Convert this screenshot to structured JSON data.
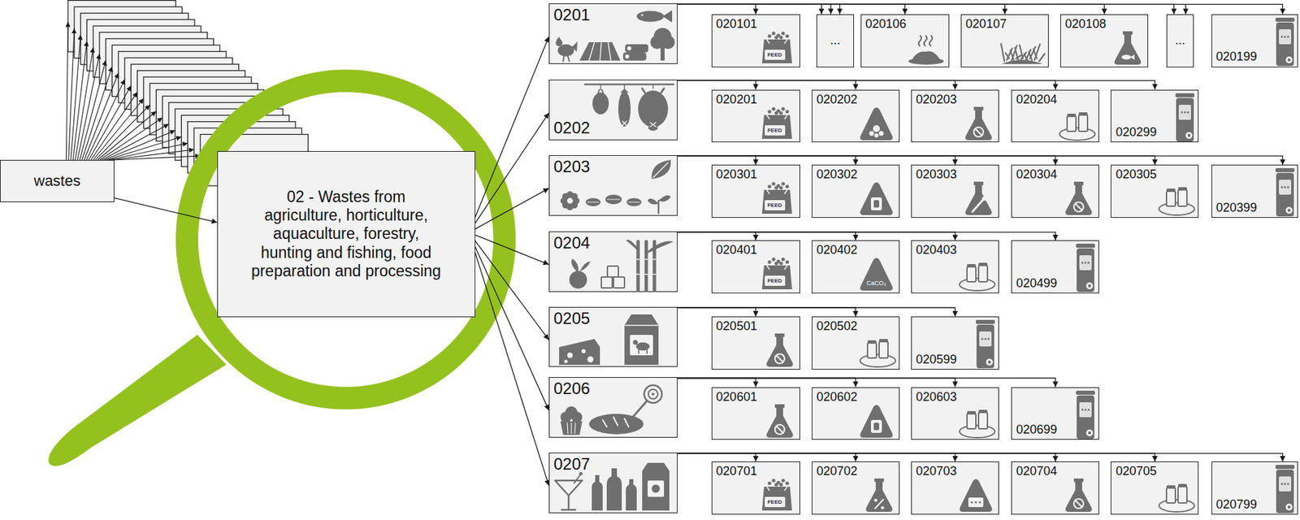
{
  "diagram": {
    "nodes": [
      {
        "text": [
          "wastes"
        ]
      },
      {
        "text": [
          "02 - Wastes from agriculture, horticulture, aquaculture, forestry, hunting and fishing, food preparation and processing"
        ]
      },
      {
        "text": [
          "0201"
        ]
      },
      {
        "text": [
          "020101"
        ]
      },
      {
        "text": [
          "..."
        ]
      },
      {
        "text": [
          "020106"
        ]
      },
      {
        "text": [
          "020107"
        ]
      },
      {
        "text": [
          "020108"
        ]
      },
      {
        "text": [
          "..."
        ]
      },
      {
        "text": [
          "020199"
        ]
      },
      {
        "text": [
          "0202"
        ]
      },
      {
        "text": [
          "020201"
        ]
      },
      {
        "text": [
          "020202"
        ]
      },
      {
        "text": [
          "020203"
        ]
      },
      {
        "text": [
          "020204"
        ]
      },
      {
        "text": [
          "020299"
        ]
      },
      {
        "text": [
          "0203"
        ]
      },
      {
        "text": [
          "020301"
        ]
      },
      {
        "text": [
          "020302"
        ]
      },
      {
        "text": [
          "020303"
        ]
      },
      {
        "text": [
          "020304"
        ]
      },
      {
        "text": [
          "020305"
        ]
      },
      {
        "text": [
          "020399"
        ]
      },
      {
        "text": [
          "0204"
        ]
      },
      {
        "text": [
          "020401"
        ]
      },
      {
        "text": [
          "020402"
        ]
      },
      {
        "text": [
          "020403"
        ]
      },
      {
        "text": [
          "020499"
        ]
      },
      {
        "text": [
          "0205"
        ]
      },
      {
        "text": [
          "020501"
        ]
      },
      {
        "text": [
          "020502"
        ]
      },
      {
        "text": [
          "020599"
        ]
      },
      {
        "text": [
          "0206"
        ]
      },
      {
        "text": [
          "020601"
        ]
      },
      {
        "text": [
          "020602"
        ]
      },
      {
        "text": [
          "020603"
        ]
      },
      {
        "text": [
          "020699"
        ]
      },
      {
        "text": [
          "0207"
        ]
      },
      {
        "text": [
          "020701"
        ]
      },
      {
        "text": [
          "020702"
        ]
      },
      {
        "text": [
          "020703"
        ]
      },
      {
        "text": [
          "020704"
        ]
      },
      {
        "text": [
          "020705"
        ]
      },
      {
        "text": [
          "020799"
        ]
      }
    ],
    "edges": [
      {
        "from": 0,
        "to": 1,
        "arrow": "to"
      },
      {
        "from": 1,
        "to": 2,
        "arrow": "to"
      },
      {
        "from": 1,
        "to": 10,
        "arrow": "to"
      },
      {
        "from": 1,
        "to": 16,
        "arrow": "to"
      },
      {
        "from": 1,
        "to": 23,
        "arrow": "to"
      },
      {
        "from": 1,
        "to": 28,
        "arrow": "to"
      },
      {
        "from": 1,
        "to": 32,
        "arrow": "to"
      },
      {
        "from": 1,
        "to": 37,
        "arrow": "to"
      },
      {
        "from": 2,
        "to": 3,
        "arrow": "to"
      },
      {
        "from": 2,
        "to": 4,
        "arrow": "to"
      },
      {
        "from": 2,
        "to": 5,
        "arrow": "to"
      },
      {
        "from": 2,
        "to": 6,
        "arrow": "to"
      },
      {
        "from": 2,
        "to": 7,
        "arrow": "to"
      },
      {
        "from": 2,
        "to": 8,
        "arrow": "to"
      },
      {
        "from": 2,
        "to": 9,
        "arrow": "to"
      },
      {
        "from": 10,
        "to": 11,
        "arrow": "to"
      },
      {
        "from": 10,
        "to": 12,
        "arrow": "to"
      },
      {
        "from": 10,
        "to": 13,
        "arrow": "to"
      },
      {
        "from": 10,
        "to": 14,
        "arrow": "to"
      },
      {
        "from": 10,
        "to": 15,
        "arrow": "to"
      },
      {
        "from": 16,
        "to": 17,
        "arrow": "to"
      },
      {
        "from": 16,
        "to": 18,
        "arrow": "to"
      },
      {
        "from": 16,
        "to": 19,
        "arrow": "to"
      },
      {
        "from": 16,
        "to": 20,
        "arrow": "to"
      },
      {
        "from": 16,
        "to": 21,
        "arrow": "to"
      },
      {
        "from": 16,
        "to": 22,
        "arrow": "to"
      },
      {
        "from": 23,
        "to": 24,
        "arrow": "to"
      },
      {
        "from": 23,
        "to": 25,
        "arrow": "to"
      },
      {
        "from": 23,
        "to": 26,
        "arrow": "to"
      },
      {
        "from": 23,
        "to": 27,
        "arrow": "to"
      },
      {
        "from": 28,
        "to": 29,
        "arrow": "to"
      },
      {
        "from": 28,
        "to": 30,
        "arrow": "to"
      },
      {
        "from": 28,
        "to": 31,
        "arrow": "to"
      },
      {
        "from": 32,
        "to": 33,
        "arrow": "to"
      },
      {
        "from": 32,
        "to": 34,
        "arrow": "to"
      },
      {
        "from": 32,
        "to": 35,
        "arrow": "to"
      },
      {
        "from": 32,
        "to": 36,
        "arrow": "to"
      },
      {
        "from": 37,
        "to": 38,
        "arrow": "to"
      },
      {
        "from": 37,
        "to": 39,
        "arrow": "to"
      },
      {
        "from": 37,
        "to": 40,
        "arrow": "to"
      },
      {
        "from": 37,
        "to": 41,
        "arrow": "to"
      },
      {
        "from": 37,
        "to": 42,
        "arrow": "to"
      },
      {
        "from": 37,
        "to": 43,
        "arrow": "to"
      }
    ],
    "labels": [
      "FEED",
      "FEED",
      "FEED",
      "FEED",
      "FEED",
      "CaCO₃"
    ]
  }
}
